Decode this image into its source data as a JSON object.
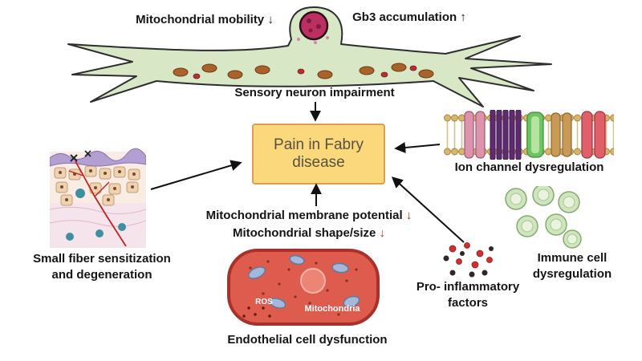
{
  "colors": {
    "center_box_bg": "#fcd87d",
    "center_box_border": "#dca04a",
    "red_arrow": "#c81f1f",
    "black_text": "#151515",
    "neuron_fill": "#d8e7c5",
    "endothelial_fill": "#de5c4e"
  },
  "glyphs": {
    "down_arrow": "↓",
    "up_arrow": "↑"
  },
  "labels": {
    "mito_mobility": "Mitochondrial mobility",
    "gb3": "Gb3 accumulation",
    "sensory_neuron": "Sensory neuron impairment",
    "center": "Pain in Fabry disease",
    "ion_channel": "Ion channel dysregulation",
    "small_fiber_line1": "Small fiber sensitization",
    "small_fiber_line2": "and degeneration",
    "mmp": "Mitochondrial membrane potential",
    "mito_shape": "Mitochondrial shape/size",
    "ros": "ROS",
    "mitochondria": "Mitochondria",
    "endothelial": "Endothelial cell dysfunction",
    "pro_inflammatory_line1": "Pro- inflammatory",
    "pro_inflammatory_line2": "factors",
    "immune_line1": "Immune cell",
    "immune_line2": "dysregulation"
  },
  "illustrations": [
    "sensory-neuron",
    "skin-small-fiber",
    "ion-channel-membrane",
    "endothelial-cell",
    "pro-inflammatory-dots",
    "immune-cells"
  ]
}
